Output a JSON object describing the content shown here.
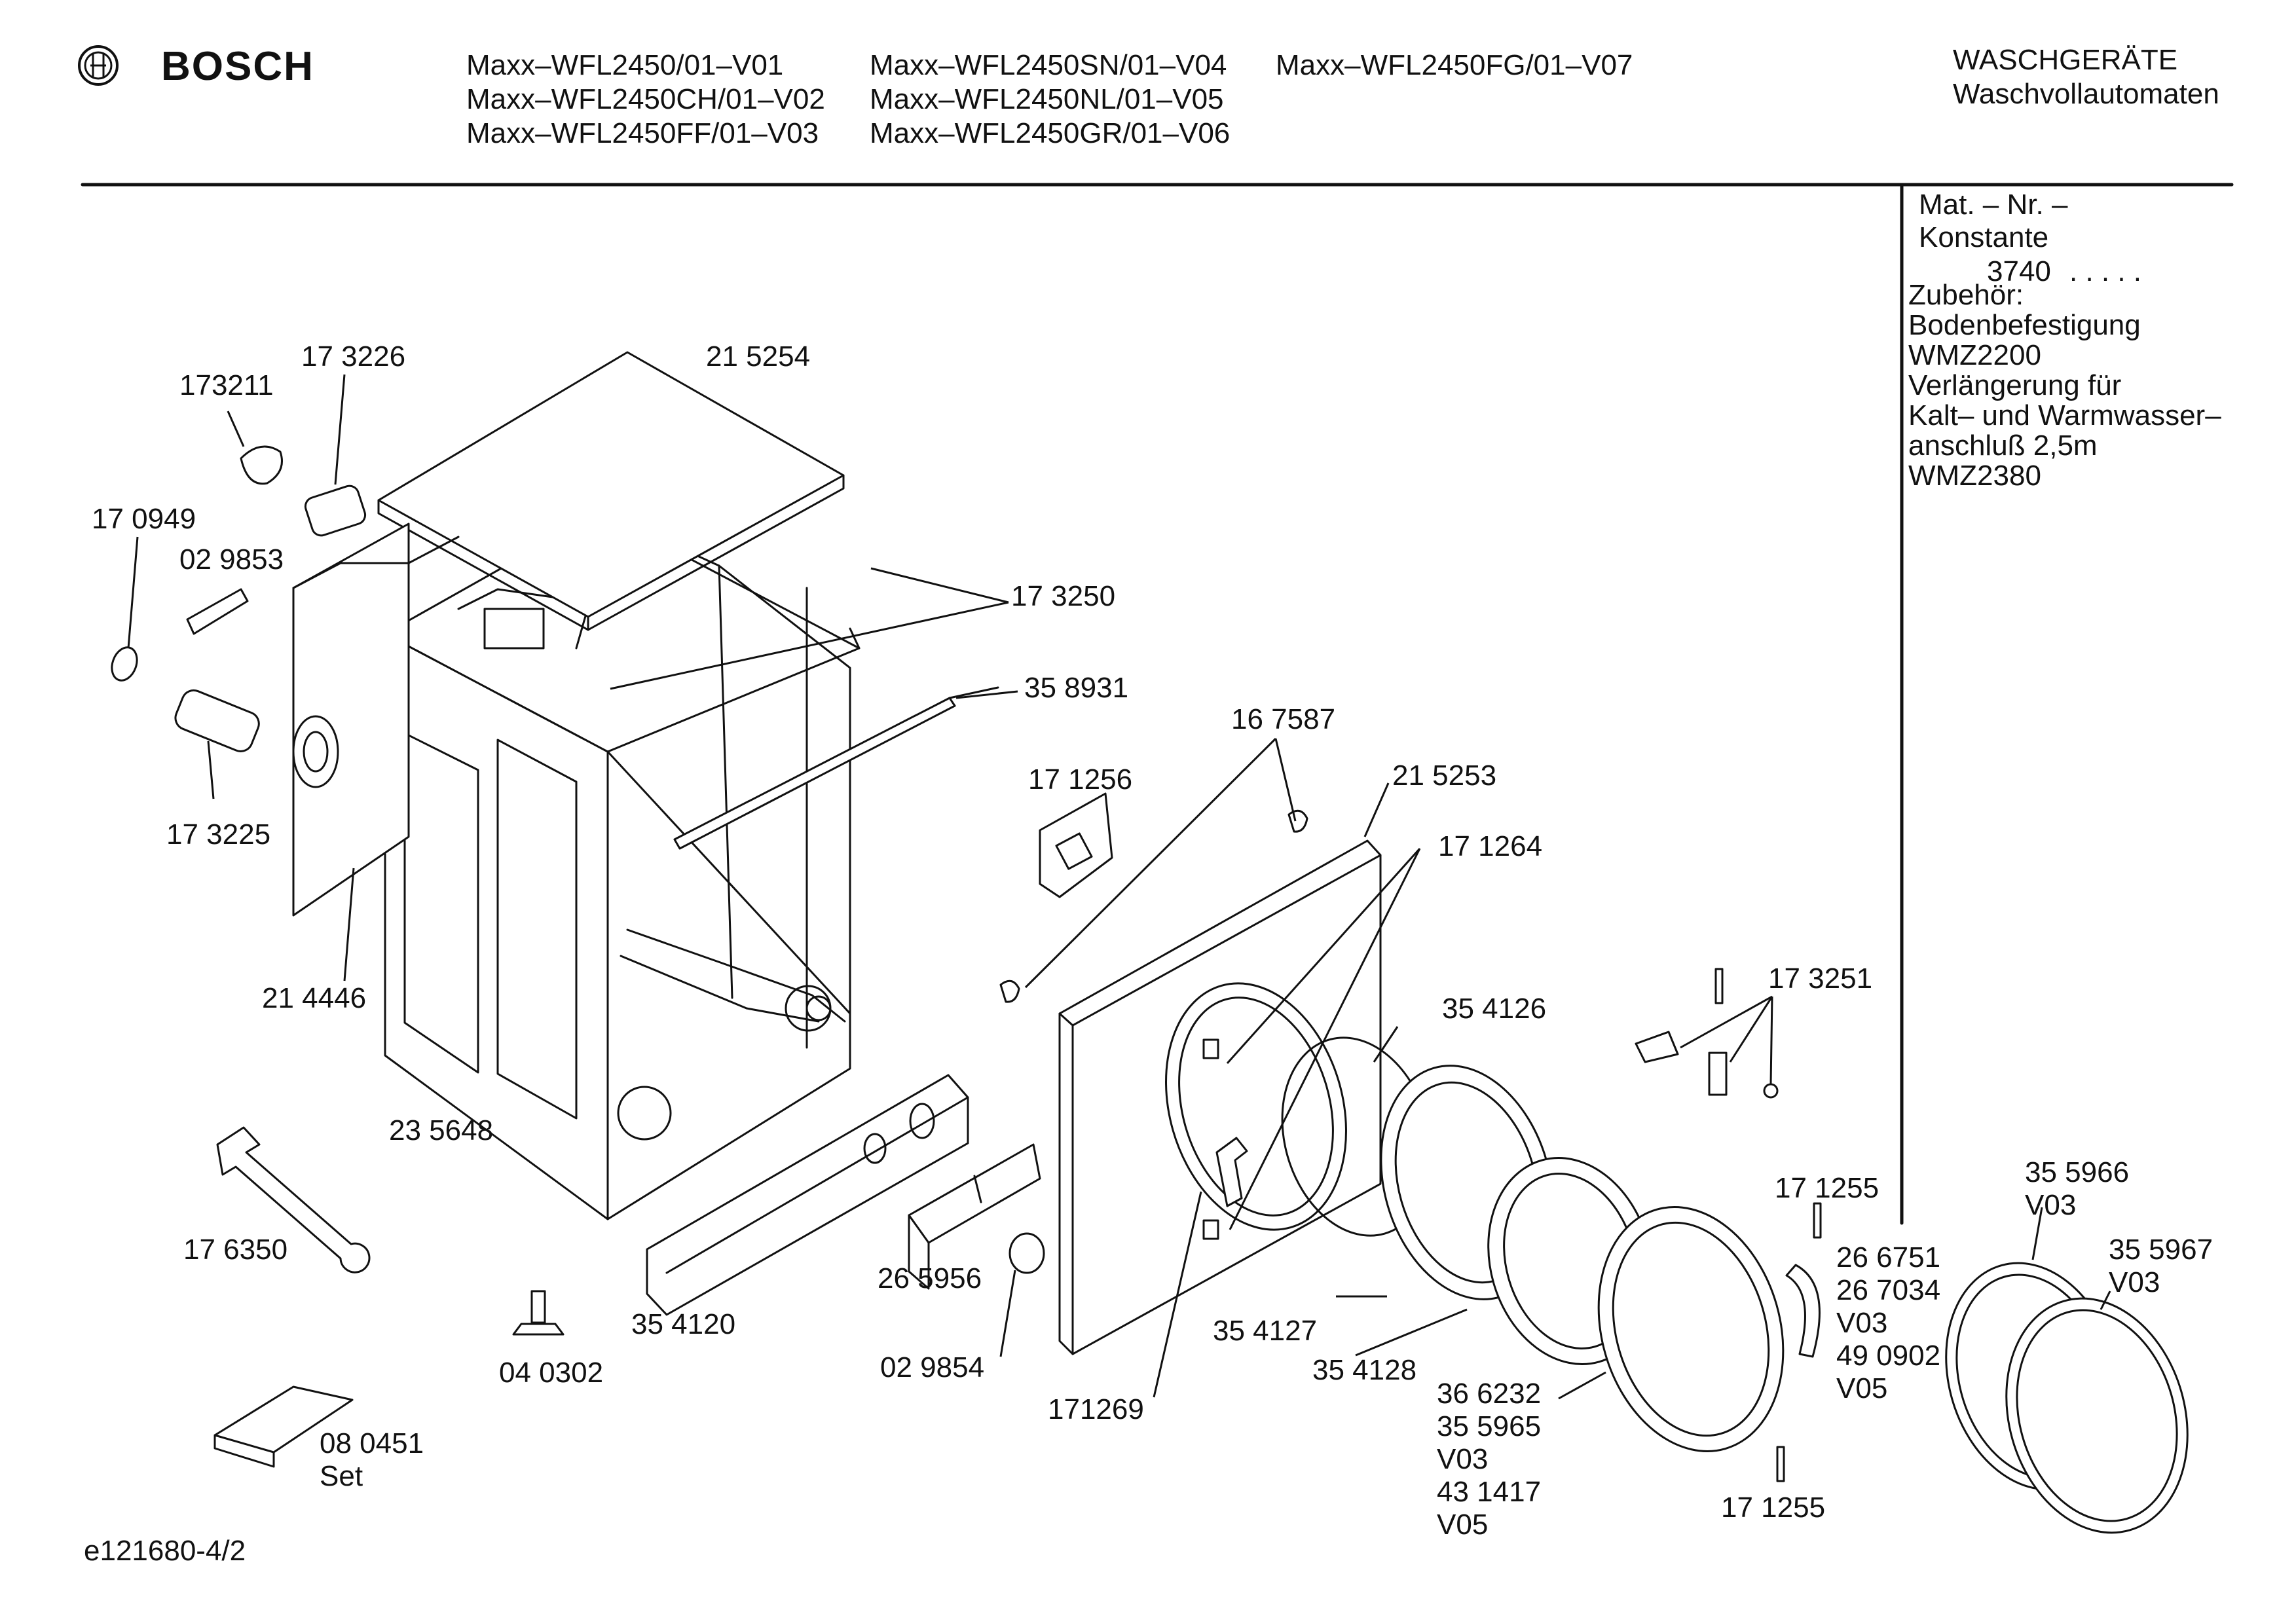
{
  "header": {
    "brand": "BOSCH",
    "models": [
      [
        "Maxx–WFL2450/01–V01",
        "Maxx–WFL2450CH/01–V02",
        "Maxx–WFL2450FF/01–V03"
      ],
      [
        "Maxx–WFL2450SN/01–V04",
        "Maxx–WFL2450NL/01–V05",
        "Maxx–WFL2450GR/01–V06"
      ],
      [
        "Maxx–WFL2450FG/01–V07"
      ]
    ],
    "category": "WASCHGERÄTE",
    "subcategory": "Waschvollautomaten"
  },
  "sidebar": {
    "mat_nr": "Mat. – Nr. –",
    "konstante": "Konstante",
    "konstante_value": "3740",
    "dots": ". .   . . .",
    "lines": [
      "Zubehör:",
      "Bodenbefestigung",
      "WMZ2200",
      "Verlängerung für",
      "Kalt– und Warmwasser–",
      "anschluß 2,5m",
      "WMZ2380"
    ]
  },
  "parts": {
    "p173211": "173211",
    "p173226": "17 3226",
    "p215254": "21 5254",
    "p170949": "17 0949",
    "p029853": "02 9853",
    "p173250": "17 3250",
    "p358931": "35 8931",
    "p173225": "17 3225",
    "p167587": "16 7587",
    "p171256": "17 1256",
    "p215253": "21 5253",
    "p171264": "17 1264",
    "p214446": "21 4446",
    "p354126": "35 4126",
    "p173251": "17 3251",
    "p235648": "23 5648",
    "p176350": "17 6350",
    "p171255a": "17 1255",
    "p355966": "35 5966",
    "p355966v": "V03",
    "p355967": "35 5967",
    "p355967v": "V03",
    "p266751": "26 6751",
    "p267034": "26 7034",
    "p267034v": "V03",
    "p490902": "49 0902",
    "p490902v": "V05",
    "p265956": "26 5956",
    "p354120": "35 4120",
    "p354127": "35 4127",
    "p354128": "35 4128",
    "p040302": "04 0302",
    "p029854": "02 9854",
    "p171269": "171269",
    "p366232": "36 6232",
    "p355965": "35 5965",
    "p355965v": "V03",
    "p431417": "43 1417",
    "p431417v": "V05",
    "p171255b": "17 1255",
    "p080451": "08 0451",
    "p080451s": "Set"
  },
  "footer": {
    "drawing_id": "e121680-4/2"
  }
}
